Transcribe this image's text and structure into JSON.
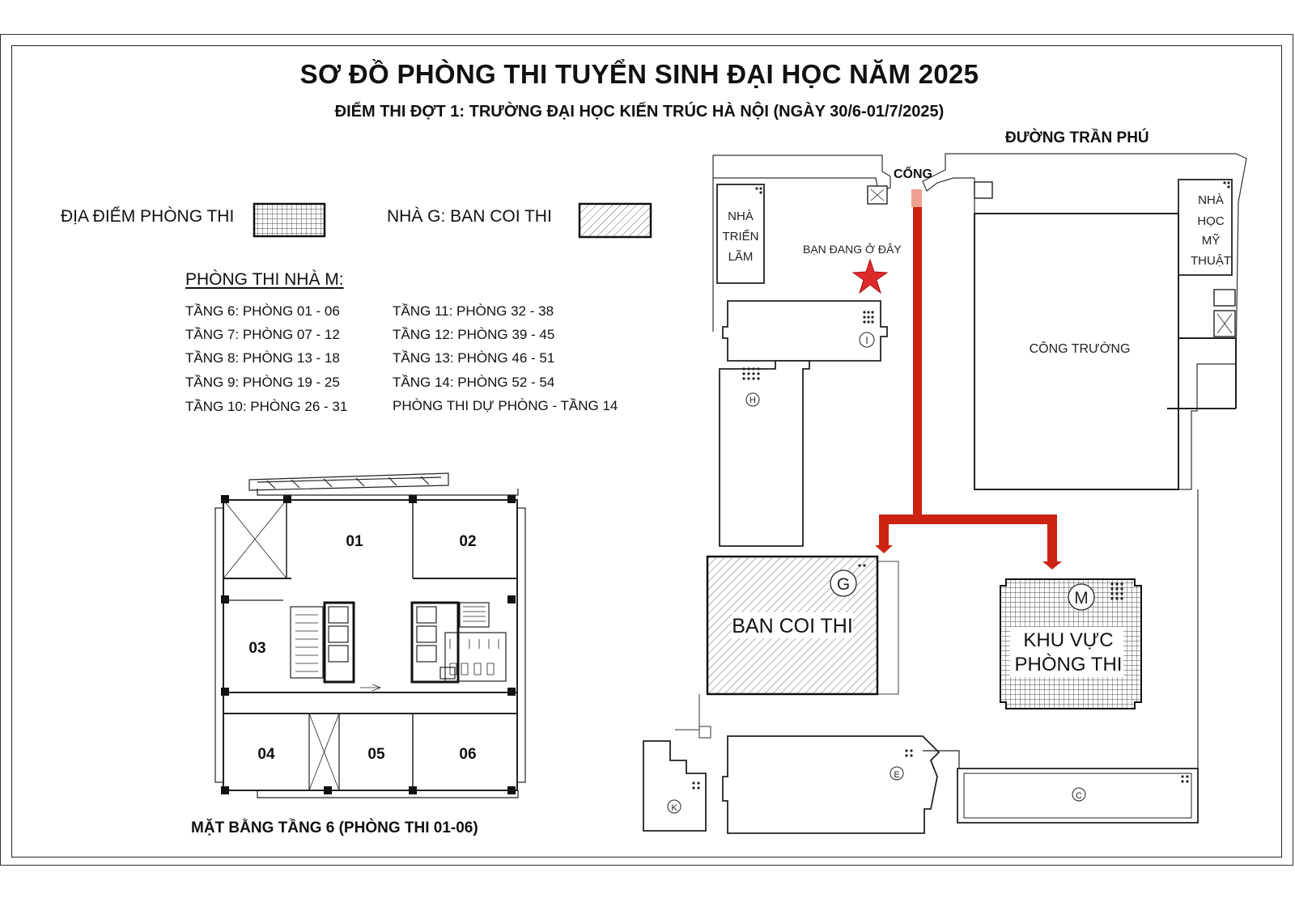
{
  "title": "SƠ ĐỒ PHÒNG THI TUYỂN SINH ĐẠI HỌC NĂM 2025",
  "subtitle": "ĐIỂM THI ĐỢT 1: TRƯỜNG ĐẠI HỌC KIẾN TRÚC HÀ NỘI (NGÀY 30/6-01/7/2025)",
  "legend": {
    "exam_location": "ĐỊA ĐIỂM PHÒNG THI",
    "supervisor_building": "NHÀ G: BAN COI THI"
  },
  "room_list": {
    "heading": "PHÒNG THI NHÀ M:",
    "left": [
      "TẦNG 6: PHÒNG 01 - 06",
      "TẦNG 7: PHÒNG 07 - 12",
      "TẦNG 8: PHÒNG 13 - 18",
      "TẦNG 9: PHÒNG 19 - 25",
      "TẦNG 10: PHÒNG 26 - 31"
    ],
    "right": [
      "TẦNG 11: PHÒNG 32 - 38",
      "TẦNG 12: PHÒNG 39 - 45",
      "TẦNG 13: PHÒNG 46 - 51",
      "TẦNG 14: PHÒNG 52 - 54",
      "PHÒNG THI DỰ PHÒNG - TẦNG 14"
    ]
  },
  "floor_plan": {
    "caption": "MẶT BẰNG TẦNG 6 (PHÒNG THI 01-06)",
    "rooms": [
      "01",
      "02",
      "03",
      "04",
      "05",
      "06"
    ]
  },
  "site_map": {
    "street": "ĐƯỜNG TRẦN PHÚ",
    "gate": "CỔNG",
    "you_are_here": "BẠN ĐANG Ở ĐÂY",
    "exhibition": [
      "NHÀ",
      "TRIỂN",
      "LÃM"
    ],
    "fine_arts": [
      "NHÀ",
      "HỌC",
      "MỸ",
      "THUẬT"
    ],
    "construction": "CÔNG TRƯỜNG",
    "building_g_label": "BAN COI THI",
    "building_m_label": [
      "KHU VỰC",
      "PHÒNG THI"
    ],
    "building_letters": {
      "I": "I",
      "H": "H",
      "G": "G",
      "M": "M",
      "E": "E",
      "C": "C",
      "K": "K"
    }
  },
  "colors": {
    "route": "#cc2211",
    "route_light": "#f0a090",
    "star": "#dd2a2a"
  }
}
